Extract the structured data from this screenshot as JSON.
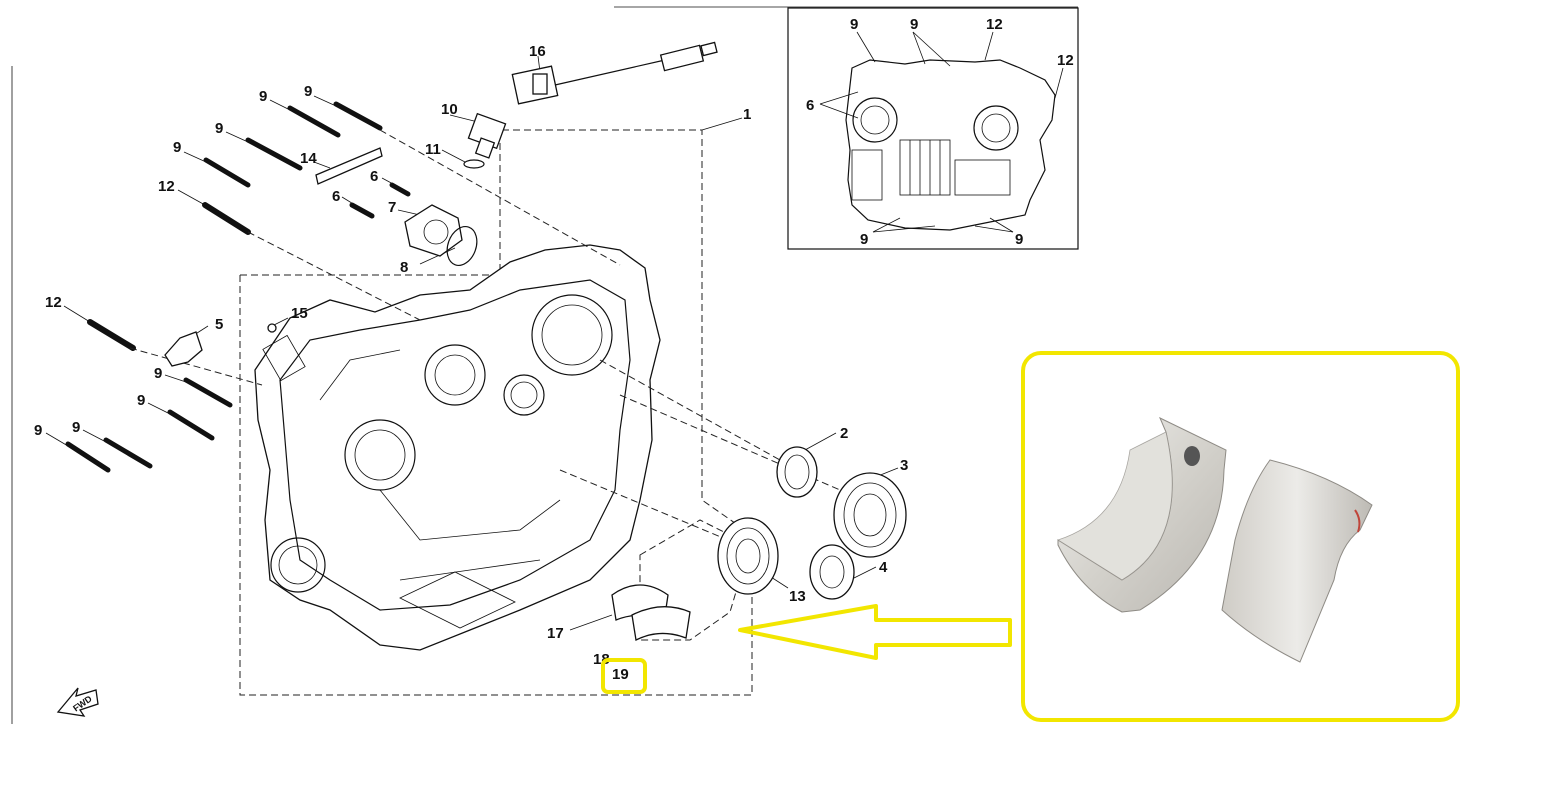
{
  "diagram": {
    "callouts": {
      "c1": "1",
      "c2": "2",
      "c3": "3",
      "c4": "4",
      "c5": "5",
      "c6a": "6",
      "c7": "7",
      "c8": "8",
      "c9a": "9",
      "c9b": "9",
      "c9c": "9",
      "c9d": "9",
      "c9e": "9",
      "c9f": "9",
      "c9g": "9",
      "c9h": "9",
      "c10": "10",
      "c11": "11",
      "c12a": "12",
      "c12b": "12",
      "c13": "13",
      "c14": "14",
      "c15": "15",
      "c16": "16",
      "c17": "17",
      "c18": "18",
      "c19": "19"
    },
    "inset_callouts": {
      "i9a": "9",
      "i9b": "9",
      "i12a": "12",
      "i12b": "12",
      "i6": "6",
      "i9c": "9",
      "i9d": "9"
    },
    "fwd_label": "FWD",
    "highlighted_part": "19",
    "highlight_color": "#f2e600"
  }
}
